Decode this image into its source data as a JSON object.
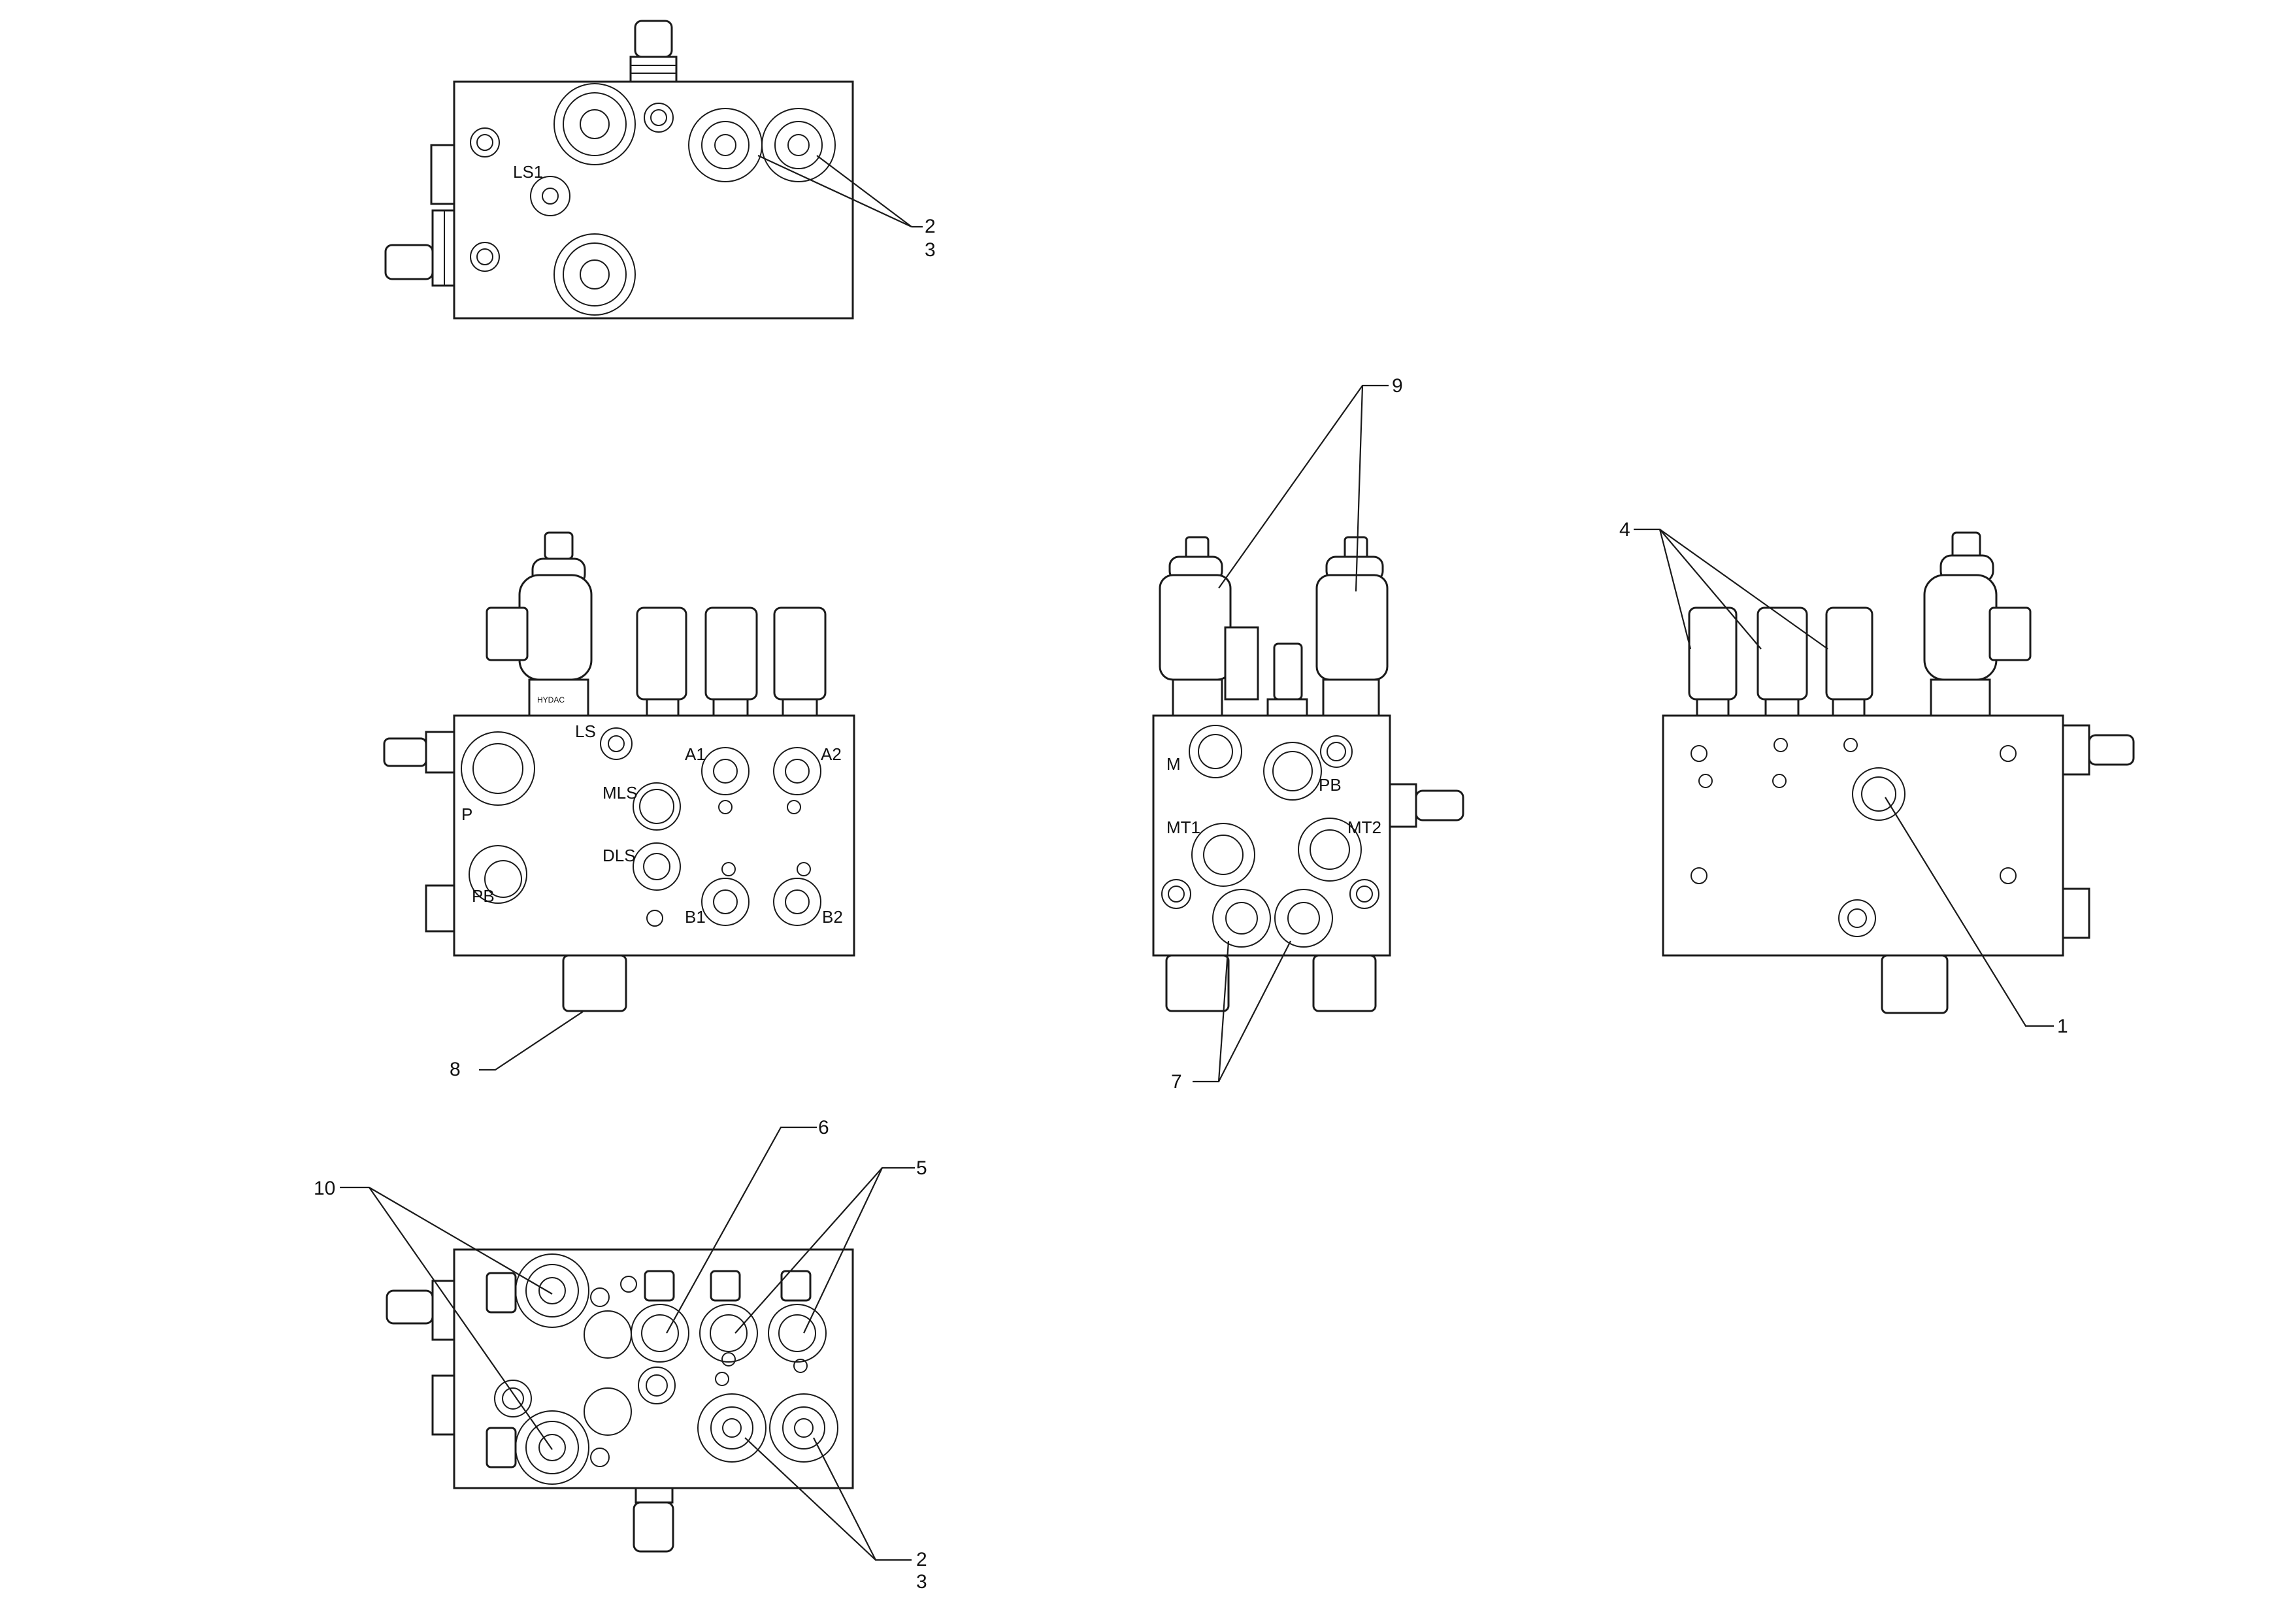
{
  "views": {
    "top": {
      "ports": {
        "ls1": "LS1"
      },
      "callouts": {
        "c2": "2",
        "c3": "3"
      }
    },
    "front": {
      "ports": {
        "ls": "LS",
        "p": "P",
        "a1": "A1",
        "a2": "A2",
        "mls": "MLS",
        "pb": "PB",
        "dls": "DLS",
        "b1": "B1",
        "b2": "B2"
      },
      "callouts": {
        "c8": "8"
      }
    },
    "side": {
      "ports": {
        "m": "M",
        "pb": "PB",
        "mt1": "MT1",
        "mt2": "MT2"
      },
      "callouts": {
        "c9": "9",
        "c7": "7"
      }
    },
    "rear": {
      "callouts": {
        "c4": "4",
        "c1": "1"
      }
    },
    "bottom": {
      "callouts": {
        "c10": "10",
        "c6": "6",
        "c5": "5",
        "c2": "2",
        "c3": "3"
      }
    }
  },
  "brand_mark": "HYDAC"
}
